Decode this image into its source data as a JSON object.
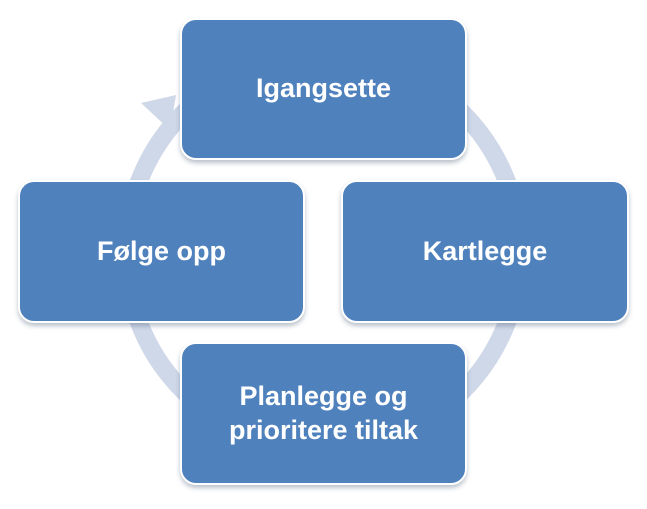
{
  "diagram": {
    "type": "cycle",
    "colors": {
      "box_fill": "#4f81bd",
      "box_text": "#ffffff",
      "ring": "#cfd8e8"
    },
    "steps": [
      {
        "label": "Igangsette"
      },
      {
        "label": "Kartlegge"
      },
      {
        "label": "Planlegge og\nprioritere tiltak"
      },
      {
        "label": "Følge opp"
      }
    ]
  }
}
